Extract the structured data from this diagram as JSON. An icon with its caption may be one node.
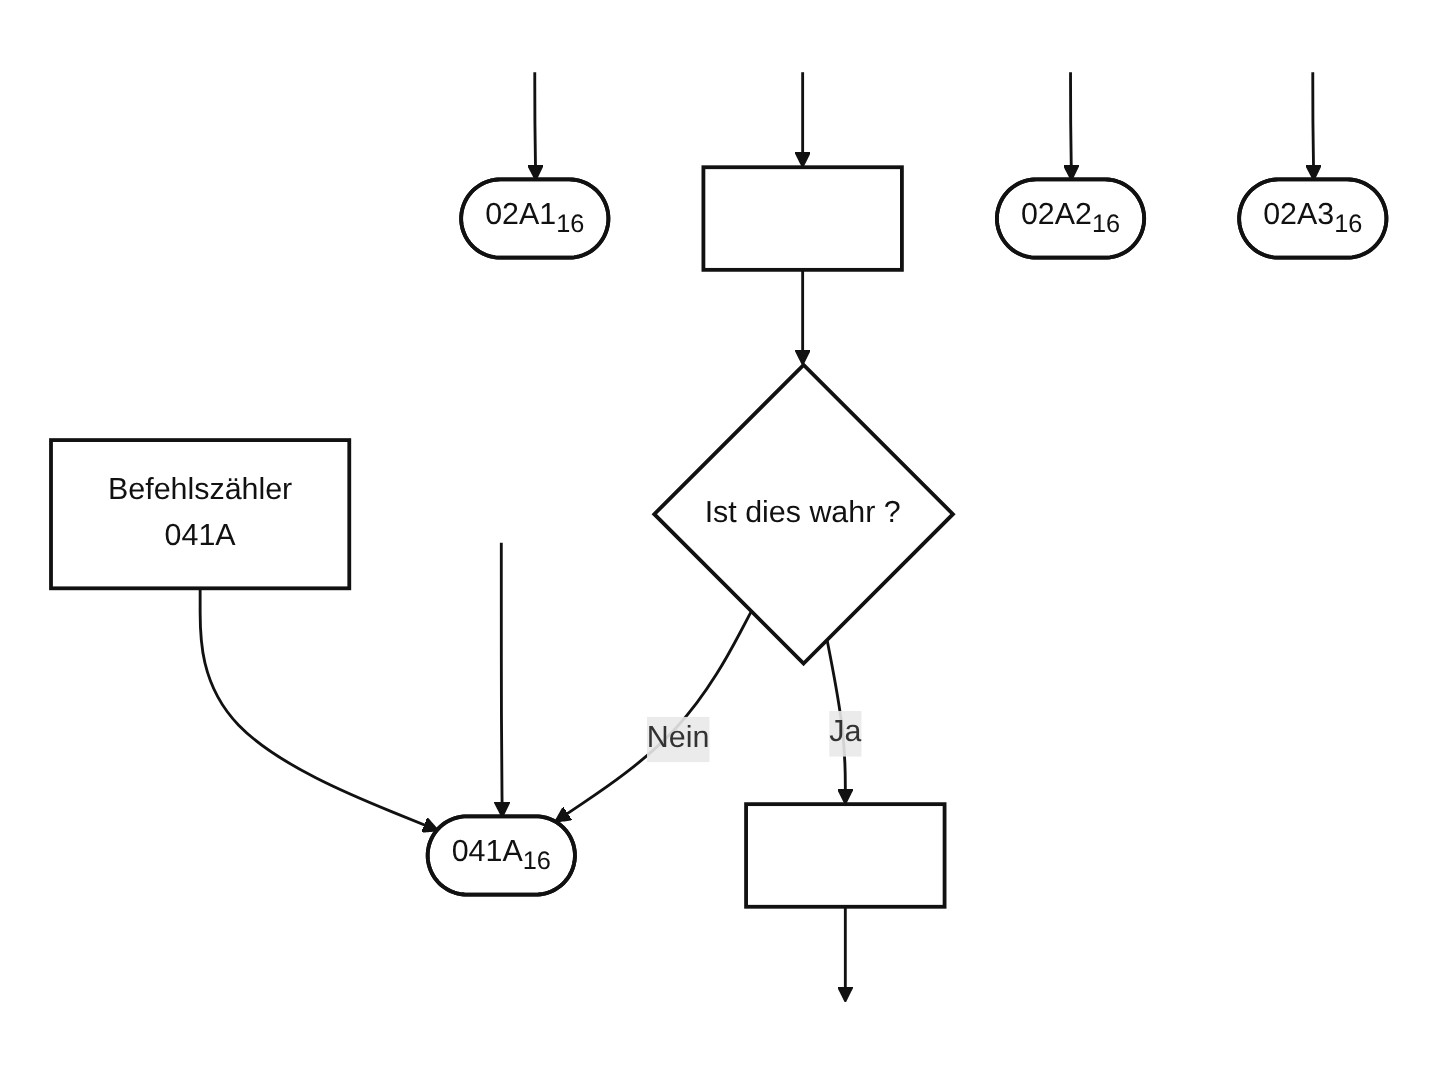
{
  "diagram": {
    "nodes": [
      {
        "text": [
          "02A1$_{16}$"
        ]
      },
      {
        "text": [],
        "shape": "box"
      },
      {
        "text": [
          "02A2$_{16}$"
        ]
      },
      {
        "text": [
          "Ist dies wahr ?"
        ]
      },
      {
        "text": [
          "041A$_{16}$"
        ]
      },
      {
        "text": [],
        "shape": "box"
      },
      {
        "text": [
          "02A3$_{16}$"
        ]
      },
      {
        "text": [
          "Befehlszähler",
          "041A"
        ]
      }
    ],
    "edges": [
      {
        "from": null,
        "to": 1,
        "arrow": "to"
      },
      {
        "from": 1,
        "to": 3,
        "arrow": "to"
      },
      {
        "from": 3,
        "to": 4,
        "label": "Nein",
        "arrow": "to"
      },
      {
        "from": 3,
        "to": 5,
        "label": "Ja",
        "arrow": "to"
      },
      {
        "from": 5,
        "to": null,
        "arrow": "to"
      },
      {
        "from": null,
        "to": 0,
        "arrow": "to"
      },
      {
        "from": null,
        "to": 2,
        "arrow": "to"
      },
      {
        "from": null,
        "to": 6,
        "arrow": "to"
      },
      {
        "from": null,
        "to": 4,
        "arrow": "to"
      },
      {
        "from": 7,
        "to": 4,
        "arrow": "to"
      }
    ]
  }
}
